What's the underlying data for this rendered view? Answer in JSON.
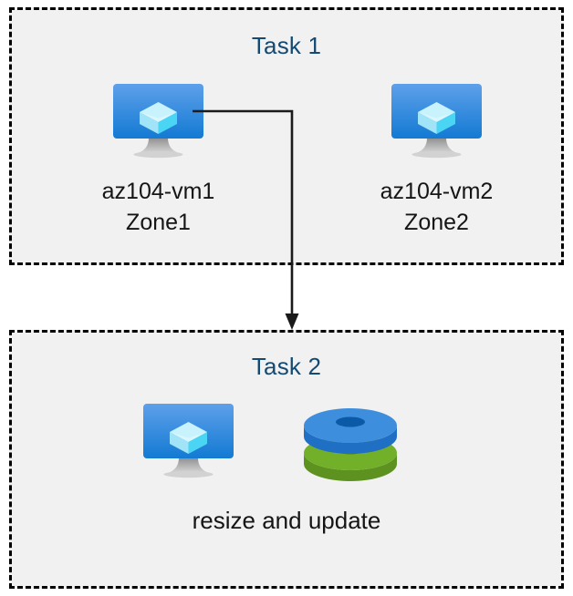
{
  "diagram": {
    "background_color": "#ffffff",
    "box_fill_color": "#f1f1f1",
    "box_border_color": "#000000",
    "title_color": "#154a72",
    "label_color": "#151515",
    "connector_color": "#1a1a1a"
  },
  "tasks": [
    {
      "id": "task-1",
      "title": "Task 1",
      "nodes": [
        {
          "id": "vm1",
          "icon": "azure-virtual-machine-icon",
          "label_line1": "az104-vm1",
          "label_line2": "Zone1"
        },
        {
          "id": "vm2",
          "icon": "azure-virtual-machine-icon",
          "label_line1": "az104-vm2",
          "label_line2": "Zone2"
        }
      ]
    },
    {
      "id": "task-2",
      "title": "Task 2",
      "caption": "resize and update",
      "nodes": [
        {
          "id": "vm3",
          "icon": "azure-virtual-machine-icon",
          "label_line1": "",
          "label_line2": ""
        },
        {
          "id": "disks",
          "icon": "azure-managed-disks-icon",
          "label_line1": "",
          "label_line2": ""
        }
      ]
    }
  ],
  "connector": {
    "id": "vm1-to-task2",
    "from": "vm1",
    "to": "task-2",
    "style": "elbow-arrow"
  },
  "icon_colors": {
    "monitor_screen_top": "#5ea0ea",
    "monitor_screen_bottom": "#137ad3",
    "monitor_stand": "#b6b6b6",
    "cube_top": "#c3f0fb",
    "cube_left": "#9fe3f7",
    "cube_right": "#4ad5f5",
    "disk_blue_top": "#3e8ede",
    "disk_blue_side": "#1f6fc4",
    "disk_blue_hole": "#0b5aa8",
    "disk_green_top": "#73b02a",
    "disk_green_side": "#5d9120",
    "disk_green_hole": "#4e8018"
  }
}
